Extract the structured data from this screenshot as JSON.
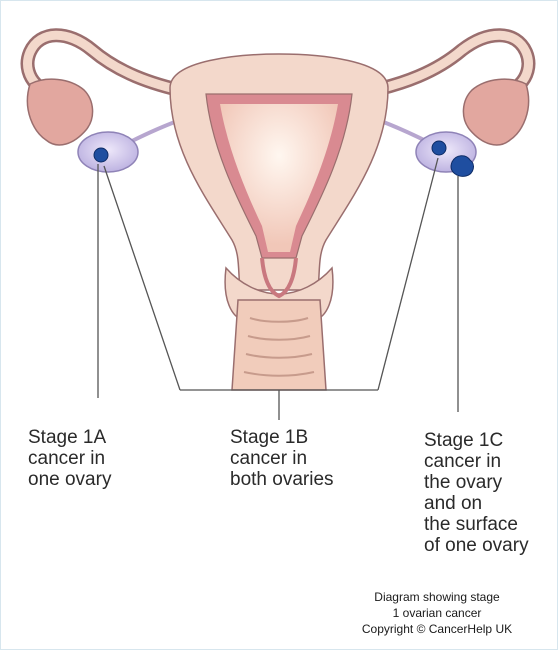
{
  "labels": {
    "stage_1a": "Stage 1A\ncancer in\none ovary",
    "stage_1b": "Stage 1B\ncancer in\nboth ovaries",
    "stage_1c": "Stage 1C\ncancer in\nthe ovary\nand on\nthe surface\nof one ovary"
  },
  "caption": {
    "line1": "Diagram showing stage",
    "line2": "1 ovarian cancer",
    "line3": "Copyright © CancerHelp UK"
  },
  "colors": {
    "tissue": "#f3d8cb",
    "tissue_outline": "#9a6e6e",
    "lining": "#d98a91",
    "fallopian_fimbria": "#e2a79f",
    "ovary": "#ccc3e8",
    "tumour": "#1f4ea0",
    "pointer_line": "#555555"
  }
}
